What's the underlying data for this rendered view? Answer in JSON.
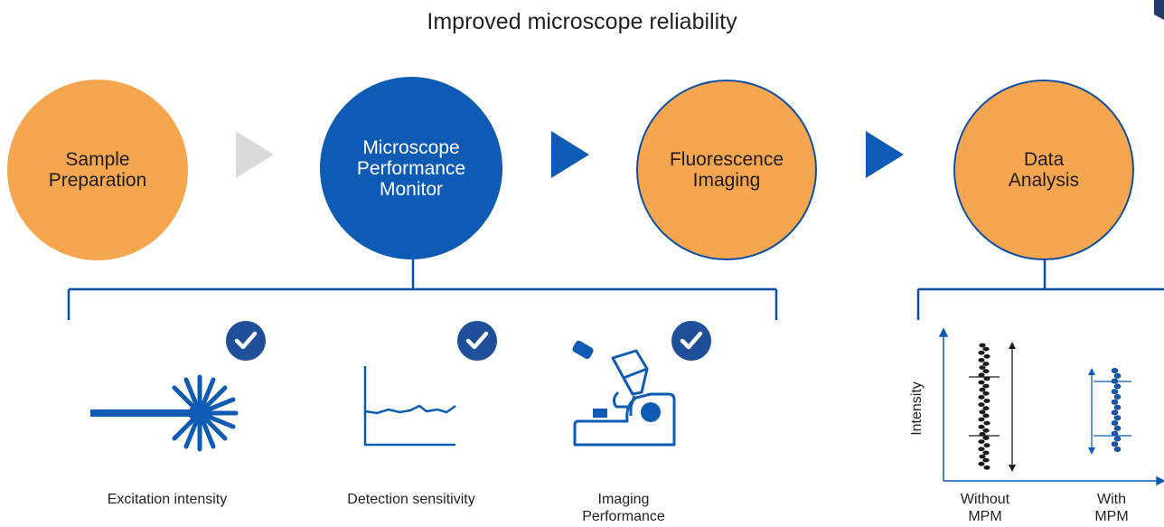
{
  "title": "Improved microscope reliability",
  "workflow": {
    "steps": [
      {
        "label": "Sample\nPreparation",
        "style": "orange"
      },
      {
        "label": "Microscope\nPerformance\nMonitor",
        "style": "blue"
      },
      {
        "label": "Fluorescence\nImaging",
        "style": "orange-outlined"
      },
      {
        "label": "Data\nAnalysis",
        "style": "orange-outlined"
      }
    ]
  },
  "checks": [
    {
      "caption": "Excitation intensity",
      "icon": "laser-icon"
    },
    {
      "caption": "Detection sensitivity",
      "icon": "detection-graph-icon"
    },
    {
      "caption": "Imaging\nPerformance",
      "icon": "microscope-icon"
    }
  ],
  "analysis": {
    "ylabel": "Intensity",
    "groups": [
      "Without\nMPM",
      "With\nMPM"
    ]
  },
  "colors": {
    "orange": "#f6a64f",
    "blue": "#0d5bb4",
    "arrow_inactive": "#d9dadc",
    "line": "#0d4fa3"
  }
}
